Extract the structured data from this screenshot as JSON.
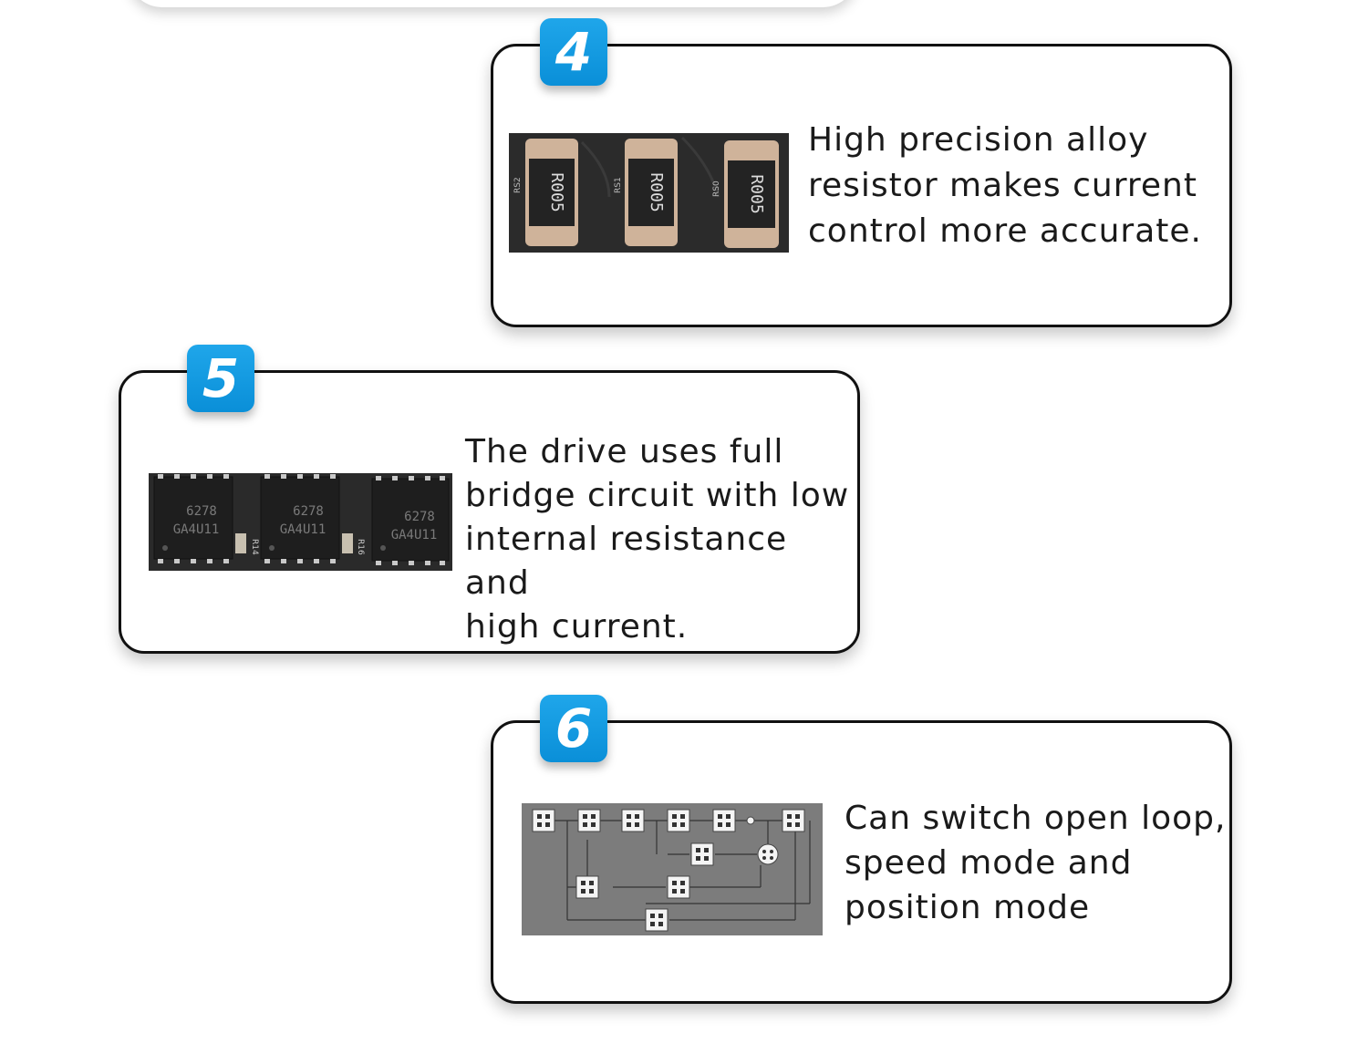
{
  "cards": [
    {
      "number": "4",
      "lines": [
        "High precision alloy",
        "resistor makes current",
        "control more accurate."
      ],
      "image": {
        "alt": "alloy resistors on PCB",
        "markings": [
          "R005",
          "R005",
          "R005"
        ],
        "refs": [
          "RS2",
          "RS1",
          "RS0"
        ]
      }
    },
    {
      "number": "5",
      "lines": [
        "The drive uses full",
        "bridge circuit with low",
        "internal resistance and",
        "high current."
      ],
      "image": {
        "alt": "MOSFET chips on PCB",
        "chip_line1": "6278",
        "chip_line2": "GA4U11",
        "refs": [
          "R14",
          "R16"
        ]
      }
    },
    {
      "number": "6",
      "lines": [
        "Can switch open loop,",
        "speed mode and",
        "position mode"
      ],
      "image": {
        "alt": "control block diagram"
      }
    }
  ],
  "colors": {
    "badge": "#0a9be3",
    "border": "#111111",
    "pcb": "#2b2b2b"
  }
}
